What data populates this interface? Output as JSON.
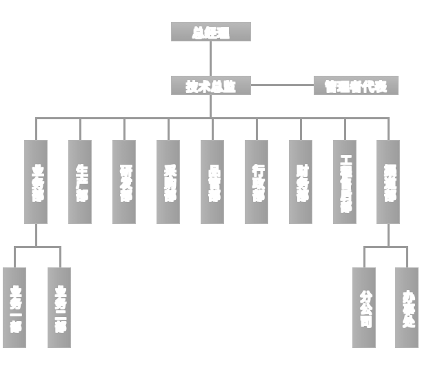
{
  "diagram": {
    "type": "organizational-chart",
    "title": "",
    "orientation": "top-down",
    "palette": {
      "box_fill_light": "#b9b9b9",
      "box_fill_dark": "#9d9d9d",
      "box_border": "#b6b6b6",
      "connector": "#9a9a9a",
      "text": "#ffffff",
      "text_outline": "#ffffff",
      "background": "#ffffff"
    },
    "levels": {
      "level1": {
        "nodes": [
          {
            "id": "gm",
            "label": "总经理",
            "shape": "horizontal"
          }
        ]
      },
      "level2": {
        "nodes": [
          {
            "id": "tech_director",
            "label": "技术总监",
            "shape": "horizontal"
          },
          {
            "id": "mgmt_rep",
            "label": "管理者代表",
            "shape": "horizontal"
          }
        ]
      },
      "level3": {
        "nodes": [
          {
            "id": "dept_sales",
            "label": "业务部",
            "shape": "vertical"
          },
          {
            "id": "dept_production",
            "label": "生产部",
            "shape": "vertical"
          },
          {
            "id": "dept_rd",
            "label": "研发部",
            "shape": "vertical"
          },
          {
            "id": "dept_purchase",
            "label": "采购部",
            "shape": "vertical"
          },
          {
            "id": "dept_qc",
            "label": "品管部",
            "shape": "vertical"
          },
          {
            "id": "dept_admin",
            "label": "行政部",
            "shape": "vertical"
          },
          {
            "id": "dept_finance",
            "label": "财务部",
            "shape": "vertical"
          },
          {
            "id": "dept_service",
            "label": "工程售后部",
            "shape": "vertical"
          },
          {
            "id": "dept_channel",
            "label": "渠道部",
            "shape": "vertical"
          }
        ]
      },
      "level4": {
        "nodes": [
          {
            "id": "sales_1",
            "label": "业务一部",
            "shape": "vertical",
            "parent": "dept_sales"
          },
          {
            "id": "sales_2",
            "label": "业务二部",
            "shape": "vertical",
            "parent": "dept_sales"
          },
          {
            "id": "branch",
            "label": "分公司",
            "shape": "vertical",
            "parent": "dept_channel"
          },
          {
            "id": "office",
            "label": "办事处",
            "shape": "vertical",
            "parent": "dept_channel"
          }
        ]
      }
    },
    "edges": [
      {
        "from": "gm",
        "to": "tech_director",
        "style": "vertical"
      },
      {
        "from": "tech_director",
        "to": "mgmt_rep",
        "style": "horizontal"
      },
      {
        "from": "tech_director",
        "to": "dept_sales",
        "style": "elbow"
      },
      {
        "from": "tech_director",
        "to": "dept_production",
        "style": "elbow"
      },
      {
        "from": "tech_director",
        "to": "dept_rd",
        "style": "elbow"
      },
      {
        "from": "tech_director",
        "to": "dept_purchase",
        "style": "elbow"
      },
      {
        "from": "tech_director",
        "to": "dept_qc",
        "style": "elbow"
      },
      {
        "from": "tech_director",
        "to": "dept_admin",
        "style": "elbow"
      },
      {
        "from": "tech_director",
        "to": "dept_finance",
        "style": "elbow"
      },
      {
        "from": "tech_director",
        "to": "dept_service",
        "style": "elbow"
      },
      {
        "from": "tech_director",
        "to": "dept_channel",
        "style": "elbow"
      },
      {
        "from": "dept_sales",
        "to": "sales_1",
        "style": "elbow"
      },
      {
        "from": "dept_sales",
        "to": "sales_2",
        "style": "elbow"
      },
      {
        "from": "dept_channel",
        "to": "branch",
        "style": "elbow"
      },
      {
        "from": "dept_channel",
        "to": "office",
        "style": "elbow"
      }
    ]
  }
}
